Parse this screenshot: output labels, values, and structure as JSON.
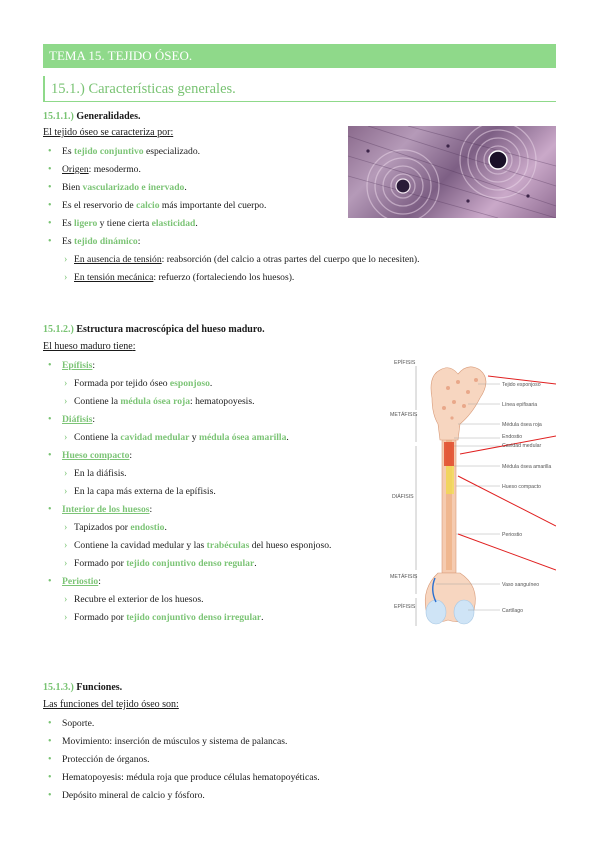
{
  "title": "TEMA 15. TEJIDO ÓSEO.",
  "section": "15.1.) Características generales.",
  "s1": {
    "num": "15.1.1.)",
    "title": "Generalidades.",
    "intro": "El tejido óseo se caracteriza por",
    "intro_colon": ":",
    "i1a": "Es ",
    "i1b": "tejido conjuntivo",
    "i1c": " especializado.",
    "i2a": "Origen",
    "i2b": ": mesodermo.",
    "i3a": "Bien ",
    "i3b": "vascularizado e inervado",
    "i3c": ".",
    "i4a": "Es el reservorio de ",
    "i4b": "calcio",
    "i4c": " más importante del cuerpo.",
    "i5a": "Es ",
    "i5b": "ligero",
    "i5c": " y tiene cierta ",
    "i5d": "elasticidad",
    "i5e": ".",
    "i6a": "Es ",
    "i6b": "tejido dinámico",
    "i6c": ":",
    "i7a": "En ausencia de tensión",
    "i7b": ": reabsorción (del calcio a otras partes del cuerpo que lo necesiten).",
    "i8a": "En tensión mecánica",
    "i8b": ": refuerzo (fortaleciendo los huesos)."
  },
  "s2": {
    "num": "15.1.2.)",
    "title": "Estructura macroscópica del hueso maduro.",
    "intro": "El hueso maduro tiene",
    "intro_colon": ":",
    "a1": "Epífisis",
    "a1c": ":",
    "a2a": "Formada por tejido óseo ",
    "a2b": "esponjoso",
    "a2c": ".",
    "a3a": "Contiene la ",
    "a3b": "médula ósea roja",
    "a3c": ": hematopoyesis.",
    "b1": "Diáfisis",
    "b1c": ":",
    "b2a": "Contiene la ",
    "b2b": "cavidad medular",
    "b2c": " y ",
    "b2d": "médula ósea amarilla",
    "b2e": ".",
    "c1": "Hueso compacto",
    "c1c": ":",
    "c2": "En la diáfisis.",
    "c3": "En la capa más externa de la epífisis.",
    "d1": "Interior de los huesos",
    "d1c": ":",
    "d2a": "Tapizados por ",
    "d2b": "endostio",
    "d2c": ".",
    "d3a": "Contiene la cavidad medular y las ",
    "d3b": "trabéculas",
    "d3c": " del hueso esponjoso.",
    "d4a": "Formado por ",
    "d4b": "tejido conjuntivo denso regular",
    "d4c": ".",
    "e1": "Periostio",
    "e1c": ":",
    "e2": "Recubre el exterior de los huesos.",
    "e3a": "Formado por ",
    "e3b": "tejido conjuntivo denso irregular",
    "e3c": "."
  },
  "s3": {
    "num": "15.1.3.)",
    "title": "Funciones.",
    "intro": "Las funciones del tejido óseo son",
    "intro_colon": ":",
    "items": [
      "Soporte.",
      "Movimiento: inserción de músculos y sistema de palancas.",
      "Protección de órganos.",
      "Hematopoyesis: médula roja que produce células hematopoyéticas.",
      "Depósito mineral de calcio y fósforo."
    ]
  },
  "figure": {
    "left_labels": [
      "EPÍFISIS",
      "METÁFISIS",
      "DIÁFISIS",
      "METÁFISIS",
      "EPÍFISIS"
    ],
    "right_labels": [
      "Tejido esponjoso",
      "Línea epifisaria",
      "Médula ósea roja",
      "Endostio",
      "Cavidad medular",
      "Médula ósea amarilla",
      "Hueso compacto",
      "Periostio",
      "Vaso sanguíneo",
      "Cartílago"
    ]
  },
  "colors": {
    "accent": "#8fd98a",
    "accent_text": "#79c373",
    "arrow": "#e02020"
  }
}
